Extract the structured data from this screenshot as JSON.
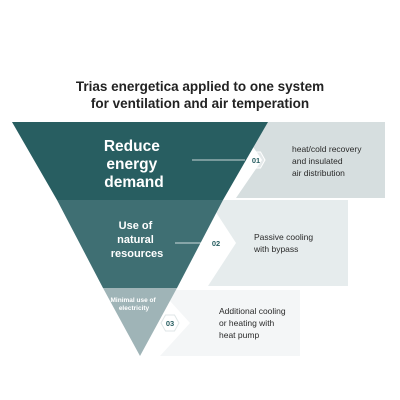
{
  "title": {
    "line1": "Trias energetica applied to one system",
    "line2": "for ventilation and air temperation"
  },
  "colors": {
    "level1": "#285e61",
    "level2": "#3f6f73",
    "level3": "#9fb4b7",
    "panel1": "#d6dedf",
    "panel2": "#e6eced",
    "panel3": "#f4f6f7",
    "connector": "#ffffff",
    "badgeText": "#285e61"
  },
  "levels": [
    {
      "label": [
        "Reduce",
        "energy",
        "demand"
      ],
      "number": "01",
      "description": [
        "heat/cold recovery",
        "and  insulated",
        "air distribution"
      ]
    },
    {
      "label": [
        "Use of",
        "natural",
        "resources"
      ],
      "number": "02",
      "description": [
        "Passive cooling",
        "with bypass"
      ]
    },
    {
      "label": [
        "Minimal use of",
        "electricity"
      ],
      "number": "03",
      "description": [
        "Additional cooling",
        "or heating with",
        "heat pump"
      ]
    }
  ]
}
